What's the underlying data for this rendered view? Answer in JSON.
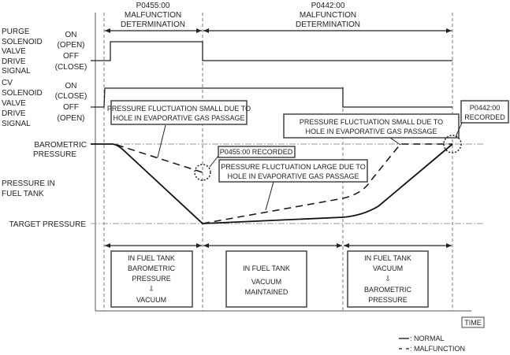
{
  "diagram": {
    "phases": [
      {
        "code": "P0455:00",
        "line1": "MALFUNCTION",
        "line2": "DETERMINATION"
      },
      {
        "code": "P0442:00",
        "line1": "MALFUNCTION",
        "line2": "DETERMINATION"
      }
    ],
    "purge": {
      "label": [
        "PURGE",
        "SOLENOID",
        "VALVE",
        "DRIVE",
        "SIGNAL"
      ],
      "on": [
        "ON",
        "(OPEN)"
      ],
      "off": [
        "OFF",
        "(CLOSE)"
      ]
    },
    "cv": {
      "label": [
        "CV",
        "SOLENOID",
        "VALVE",
        "DRIVE",
        "SIGNAL"
      ],
      "on": [
        "ON",
        "(CLOSE)"
      ],
      "off": [
        "OFF",
        "(OPEN)"
      ]
    },
    "pressure": {
      "barometric": [
        "BAROMETRIC",
        "PRESSURE"
      ],
      "tank": [
        "PRESSURE IN",
        "FUEL TANK"
      ],
      "target": "TARGET PRESSURE"
    },
    "callouts": {
      "small1": [
        "PRESSURE FLUCTUATION SMALL DUE TO",
        "HOLE IN EVAPORATIVE GAS PASSAGE"
      ],
      "rec455": "P0455:00 RECORDED",
      "large": [
        "PRESSURE FLUCTUATION LARGE DUE TO",
        "HOLE IN EVAPORATIVE GAS PASSAGE"
      ],
      "small2": [
        "PRESSURE FLUCTUATION SMALL DUE TO",
        "HOLE IN EVAPORATIVE GAS PASSAGE"
      ],
      "rec442": [
        "P0442:00",
        "RECORDED"
      ]
    },
    "stages": [
      [
        "IN FUEL TANK",
        "BAROMETRIC",
        "PRESSURE",
        "⇩",
        "VACUUM"
      ],
      [
        "IN FUEL TANK",
        "VACUUM",
        "MAINTAINED"
      ],
      [
        "IN FUEL TANK",
        "VACUUM",
        "⇩",
        "BAROMETRIC",
        "PRESSURE"
      ]
    ],
    "time_label": "TIME",
    "legend": {
      "normal": ": NORMAL",
      "malfunction": ": MALFUNCTION"
    }
  }
}
